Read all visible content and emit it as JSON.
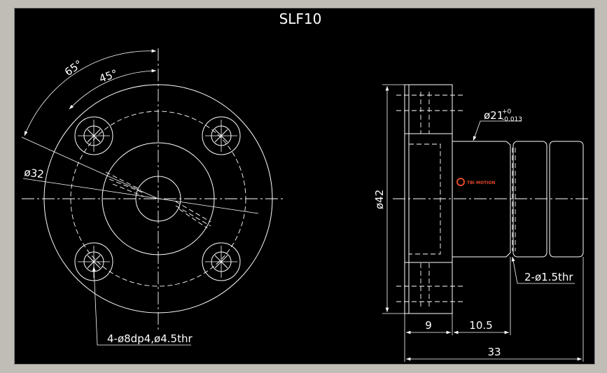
{
  "drawing": {
    "title": "SLF10",
    "front_view": {
      "angle_outer": "65°",
      "angle_inner": "45°",
      "pcd": "ø32",
      "holes_callout": "4-ø8dp4,ø4.5thr"
    },
    "side_view": {
      "flange_diameter": "ø42",
      "shaft_diameter": "ø21",
      "tol_upper": "+0",
      "tol_lower": "-0.013",
      "grease_holes": "2-ø1.5thr",
      "dim_flange_thk": "9",
      "dim_body": "10.5",
      "dim_total": "33"
    },
    "logo_text": "TBI MOTION"
  },
  "colors": {
    "background": "#000000",
    "lines": "#ffffff",
    "logo": "#e2462a",
    "frame": "#bfbdb6"
  }
}
